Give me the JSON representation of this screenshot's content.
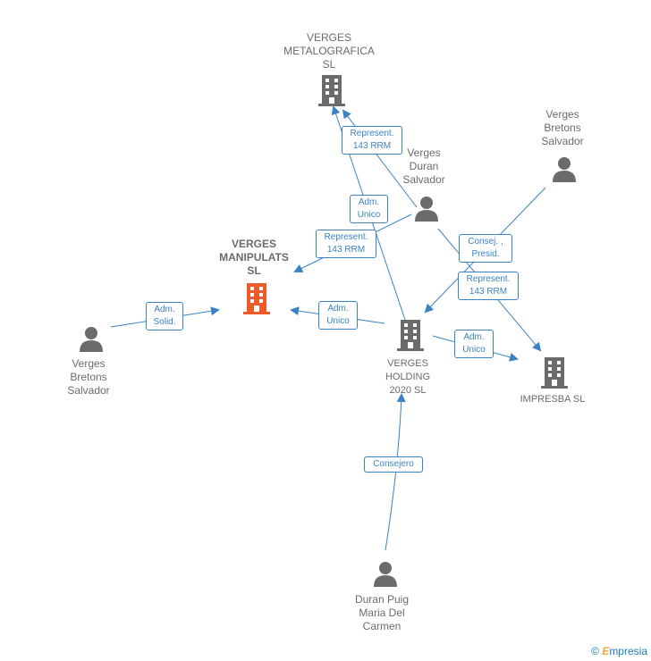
{
  "colors": {
    "edge": "#3b82c4",
    "node": "#6b6b6b",
    "main": "#ef5a2a"
  },
  "nodes": {
    "metalografica": {
      "lines": [
        "VERGES",
        "METALOGRAFICA",
        "SL"
      ]
    },
    "manipulats": {
      "lines": [
        "VERGES",
        "MANIPULATS",
        "SL"
      ]
    },
    "holding": {
      "lines": [
        "VERGES",
        "HOLDING",
        "2020  SL"
      ]
    },
    "impresba": {
      "lines": [
        "IMPRESBA  SL"
      ]
    },
    "bretons_top": {
      "lines": [
        "Verges",
        "Bretons",
        "Salvador"
      ]
    },
    "duran_verges": {
      "lines": [
        "Verges",
        "Duran",
        "Salvador"
      ]
    },
    "bretons_left": {
      "lines": [
        "Verges",
        "Bretons",
        "Salvador"
      ]
    },
    "duran_puig": {
      "lines": [
        "Duran Puig",
        "Maria Del",
        "Carmen"
      ]
    }
  },
  "relations": {
    "represent_meta": [
      "Represent.",
      "143 RRM"
    ],
    "adm_unico_meta": [
      "Adm.",
      "Unico"
    ],
    "represent_manip": [
      "Represent.",
      "143 RRM"
    ],
    "adm_solid": [
      "Adm.",
      "Solid."
    ],
    "adm_unico_manip": [
      "Adm.",
      "Unico"
    ],
    "consej_presid": [
      "Consej. ,",
      "Presid."
    ],
    "represent_holding": [
      "Represent.",
      "143 RRM"
    ],
    "adm_unico_impresba": [
      "Adm.",
      "Unico"
    ],
    "consejero": [
      "Consejero"
    ]
  },
  "footer": {
    "copyright": "©",
    "brand_first": "E",
    "brand_rest": "mpresia"
  }
}
